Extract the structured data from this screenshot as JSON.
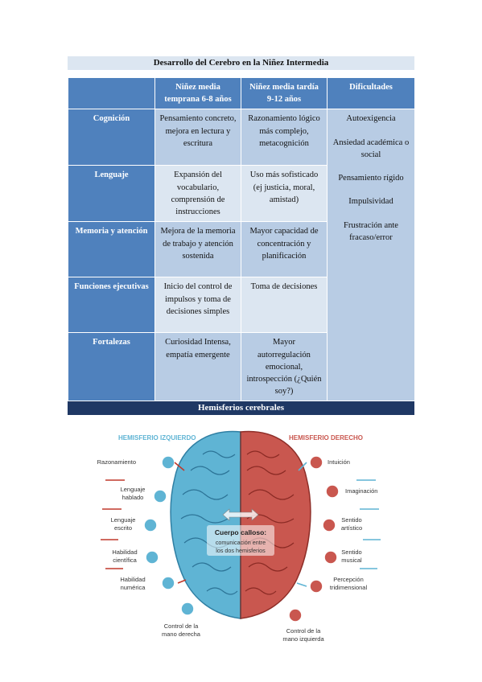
{
  "table": {
    "title": "Desarrollo del Cerebro en la Niñez Intermedia",
    "headers": [
      "",
      "Niñez media temprana 6-8 años",
      "Niñez media tardía 9-12 años",
      "Dificultades"
    ],
    "rows": [
      {
        "label": "Cognición",
        "early": "Pensamiento concreto, mejora en lectura y escritura",
        "late": "Razonamiento lógico más complejo, metacognición"
      },
      {
        "label": "Lenguaje",
        "early": "Expansión del vocabulario, comprensión de instrucciones",
        "late": "Uso más sofisticado (ej justicia, moral, amistad)"
      },
      {
        "label": "Memoria y atención",
        "early": "Mejora de la memoria de trabajo y atención sostenida",
        "late": "Mayor capacidad de concentración y planificación"
      },
      {
        "label": "Funciones ejecutivas",
        "early": "Inicio del control de impulsos y toma de decisiones simples",
        "late": "Toma de decisiones"
      },
      {
        "label": "Fortalezas",
        "early": "Curiosidad Intensa, empatía emergente",
        "late": "Mayor autorregulación emocional, introspección (¿Quién soy?)"
      }
    ],
    "difficulties": [
      "Autoexigencia",
      "Ansiedad académica o social",
      "Pensamiento rígido",
      "Impulsividad",
      "Frustración ante fracaso/error"
    ]
  },
  "hemispheres": {
    "bar_title": "Hemisferios cerebrales",
    "left_title": "HEMISFERIO IZQUIERDO",
    "right_title": "HEMISFERIO DERECHO",
    "left_items": [
      "Razonamiento",
      "Lenguaje hablado",
      "Lenguaje escrito",
      "Habilidad científica",
      "Habilidad numérica",
      "Control de la mano derecha"
    ],
    "right_items": [
      "Intuición",
      "Imaginación",
      "Sentido artístico",
      "Sentido musical",
      "Percepción tridimensional",
      "Control de la mano izquierda"
    ],
    "center_title": "Cuerpo calloso:",
    "center_text": "comunicación entre los dos hemisferios",
    "colors": {
      "left": "#5fb4d4",
      "right": "#c9574f",
      "bar": "#1f3864",
      "header": "#4f81bd"
    }
  }
}
